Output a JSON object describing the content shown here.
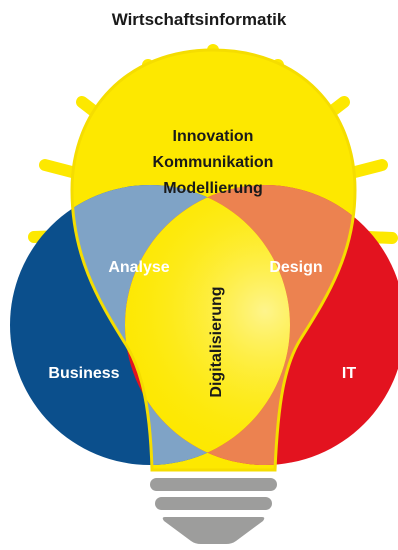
{
  "title": "Wirtschaftsinformatik",
  "bulb_lines": [
    "Innovation",
    "Kommunikation",
    "Modellierung"
  ],
  "left_circle": {
    "label": "Business",
    "color": "#0b4f8c"
  },
  "right_circle": {
    "label": "IT",
    "color": "#e3131f"
  },
  "overlap_left": {
    "label": "Analyse",
    "color": "#7fa3c6"
  },
  "overlap_right": {
    "label": "Design",
    "color": "#ec8250"
  },
  "center_overlap": {
    "label": "Digitalisierung"
  },
  "colors": {
    "bulb": "#fde800",
    "bulb_outline": "#f5dd00",
    "rays": "#fde800",
    "base": "#9d9d9c"
  }
}
